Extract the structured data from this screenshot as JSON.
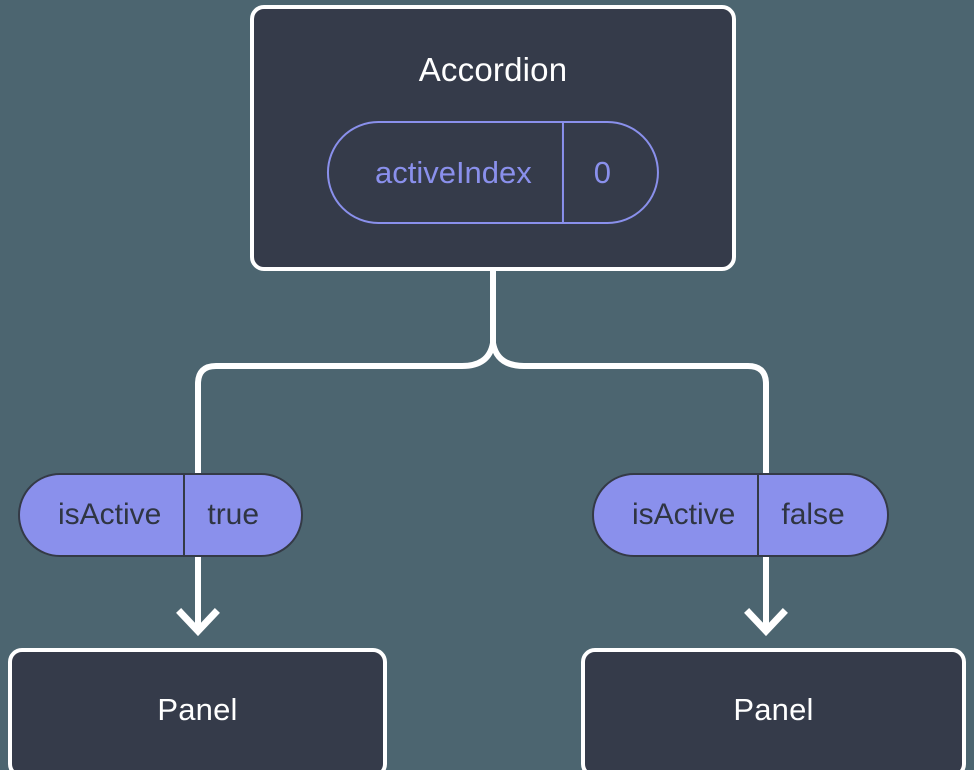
{
  "diagram": {
    "type": "component-tree",
    "background_color": "#4c6570",
    "accent_color": "#8a90ec",
    "node_fill_color": "#353b4a",
    "node_border_color": "#ffffff",
    "connector_color": "#ffffff"
  },
  "root": {
    "title": "Accordion",
    "prop": {
      "key": "activeIndex",
      "value": "0",
      "style": "outlined"
    }
  },
  "branches": [
    {
      "prop": {
        "key": "isActive",
        "value": "true",
        "style": "filled"
      },
      "child": {
        "title": "Panel"
      }
    },
    {
      "prop": {
        "key": "isActive",
        "value": "false",
        "style": "filled"
      },
      "child": {
        "title": "Panel"
      }
    }
  ]
}
